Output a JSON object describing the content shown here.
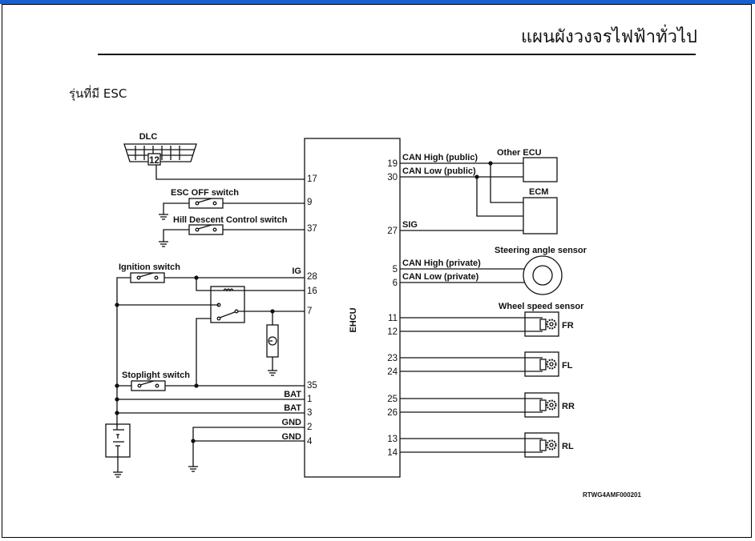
{
  "header": {
    "title": "แผนผังวงจรไฟฟ้าทั่วไป",
    "subtitle": "รุ่นที่มี ESC"
  },
  "diagram": {
    "reference_code": "RTWG4AMF000201",
    "control_unit": "EHCU",
    "left_components": {
      "dlc": {
        "label": "DLC",
        "pin": "12"
      },
      "esc_off_switch": "ESC OFF switch",
      "hill_descent_switch": "Hill Descent Control switch",
      "ignition_switch": "Ignition switch",
      "stoplight_switch": "Stoplight switch"
    },
    "left_pins": [
      {
        "pin": "17",
        "label": ""
      },
      {
        "pin": "9",
        "label": ""
      },
      {
        "pin": "37",
        "label": ""
      },
      {
        "pin": "28",
        "label": "IG"
      },
      {
        "pin": "16",
        "label": ""
      },
      {
        "pin": "7",
        "label": ""
      },
      {
        "pin": "35",
        "label": ""
      },
      {
        "pin": "1",
        "label": "BAT"
      },
      {
        "pin": "3",
        "label": "BAT"
      },
      {
        "pin": "2",
        "label": "GND"
      },
      {
        "pin": "4",
        "label": "GND"
      }
    ],
    "right_pins": [
      {
        "pin": "19",
        "label": "CAN High (public)"
      },
      {
        "pin": "30",
        "label": "CAN Low (public)"
      },
      {
        "pin": "27",
        "label": "SIG"
      },
      {
        "pin": "5",
        "label": "CAN High (private)"
      },
      {
        "pin": "6",
        "label": "CAN Low (private)"
      },
      {
        "pin": "11",
        "label": ""
      },
      {
        "pin": "12",
        "label": ""
      },
      {
        "pin": "23",
        "label": ""
      },
      {
        "pin": "24",
        "label": ""
      },
      {
        "pin": "25",
        "label": ""
      },
      {
        "pin": "26",
        "label": ""
      },
      {
        "pin": "13",
        "label": ""
      },
      {
        "pin": "14",
        "label": ""
      }
    ],
    "right_components": {
      "other_ecu": "Other ECU",
      "ecm": "ECM",
      "steering_sensor": "Steering angle sensor",
      "wheel_speed_sensor": "Wheel speed sensor",
      "wheels": [
        "FR",
        "FL",
        "RR",
        "RL"
      ]
    }
  }
}
